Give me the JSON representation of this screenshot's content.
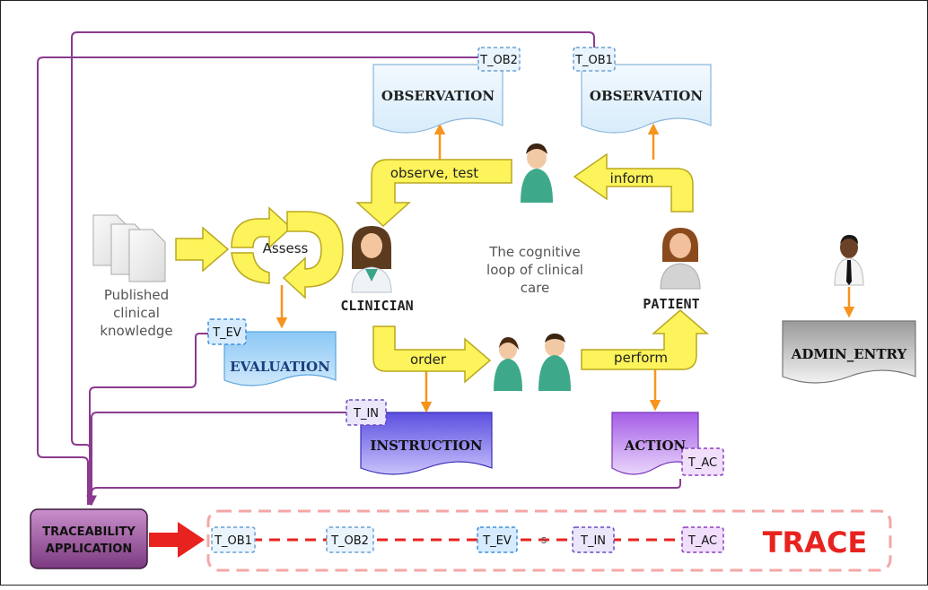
{
  "documents": {
    "observation_left": "OBSERVATION",
    "observation_right": "OBSERVATION",
    "evaluation": "EVALUATION",
    "instruction": "INSTRUCTION",
    "action": "ACTION",
    "admin_entry": "ADMIN_ENTRY"
  },
  "tags": {
    "ob2": "T_OB2",
    "ob1": "T_OB1",
    "ev": "T_EV",
    "in": "T_IN",
    "ac": "T_AC"
  },
  "arrow_labels": {
    "observe_test": "observe, test",
    "inform": "inform",
    "assess": "Assess",
    "order": "order",
    "perform": "perform"
  },
  "roles": {
    "clinician": "CLINICIAN",
    "patient": "PATIENT"
  },
  "knowledge": [
    "Published",
    "clinical",
    "knowledge"
  ],
  "loop_caption": [
    "The cognitive",
    "loop of clinical",
    "care"
  ],
  "traceability_app": [
    "TRACEABILITY",
    "APPLICATION"
  ],
  "trace": {
    "label": "TRACE",
    "tags": [
      "T_OB1",
      "T_OB2",
      "T_EV",
      "T_IN",
      "T_AC"
    ],
    "separator": "s"
  },
  "colors": {
    "line_purple": "#8b3a8f",
    "arrow_orange": "#f7941d",
    "arrow_yellow": "#fdf35a",
    "trace_red": "#e8231f"
  }
}
